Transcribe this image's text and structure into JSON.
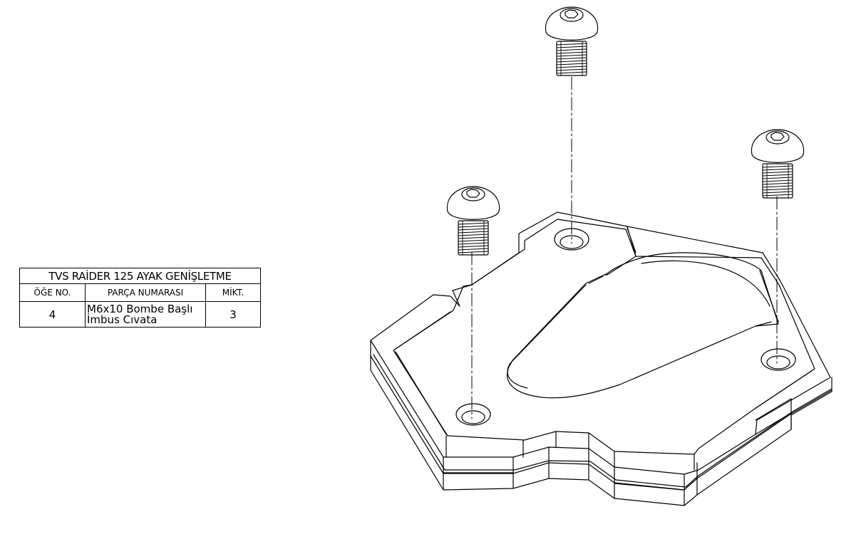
{
  "bom": {
    "title": "TVS RAİDER 125 AYAK GENİŞLETME",
    "headers": [
      "ÖĞE NO.",
      "PARÇA NUMARASI",
      "MİKT."
    ],
    "rows": [
      {
        "item_no": "4",
        "part_line1": "M6x10 Bombe Başlı",
        "part_line2": "İmbus Cıvata",
        "qty": "3"
      }
    ]
  },
  "drawing": {
    "parts": [
      "base-plate",
      "middle-layer",
      "bottom-layer",
      "screw",
      "screw",
      "screw"
    ],
    "line_color": "#000000",
    "background": "#ffffff"
  }
}
